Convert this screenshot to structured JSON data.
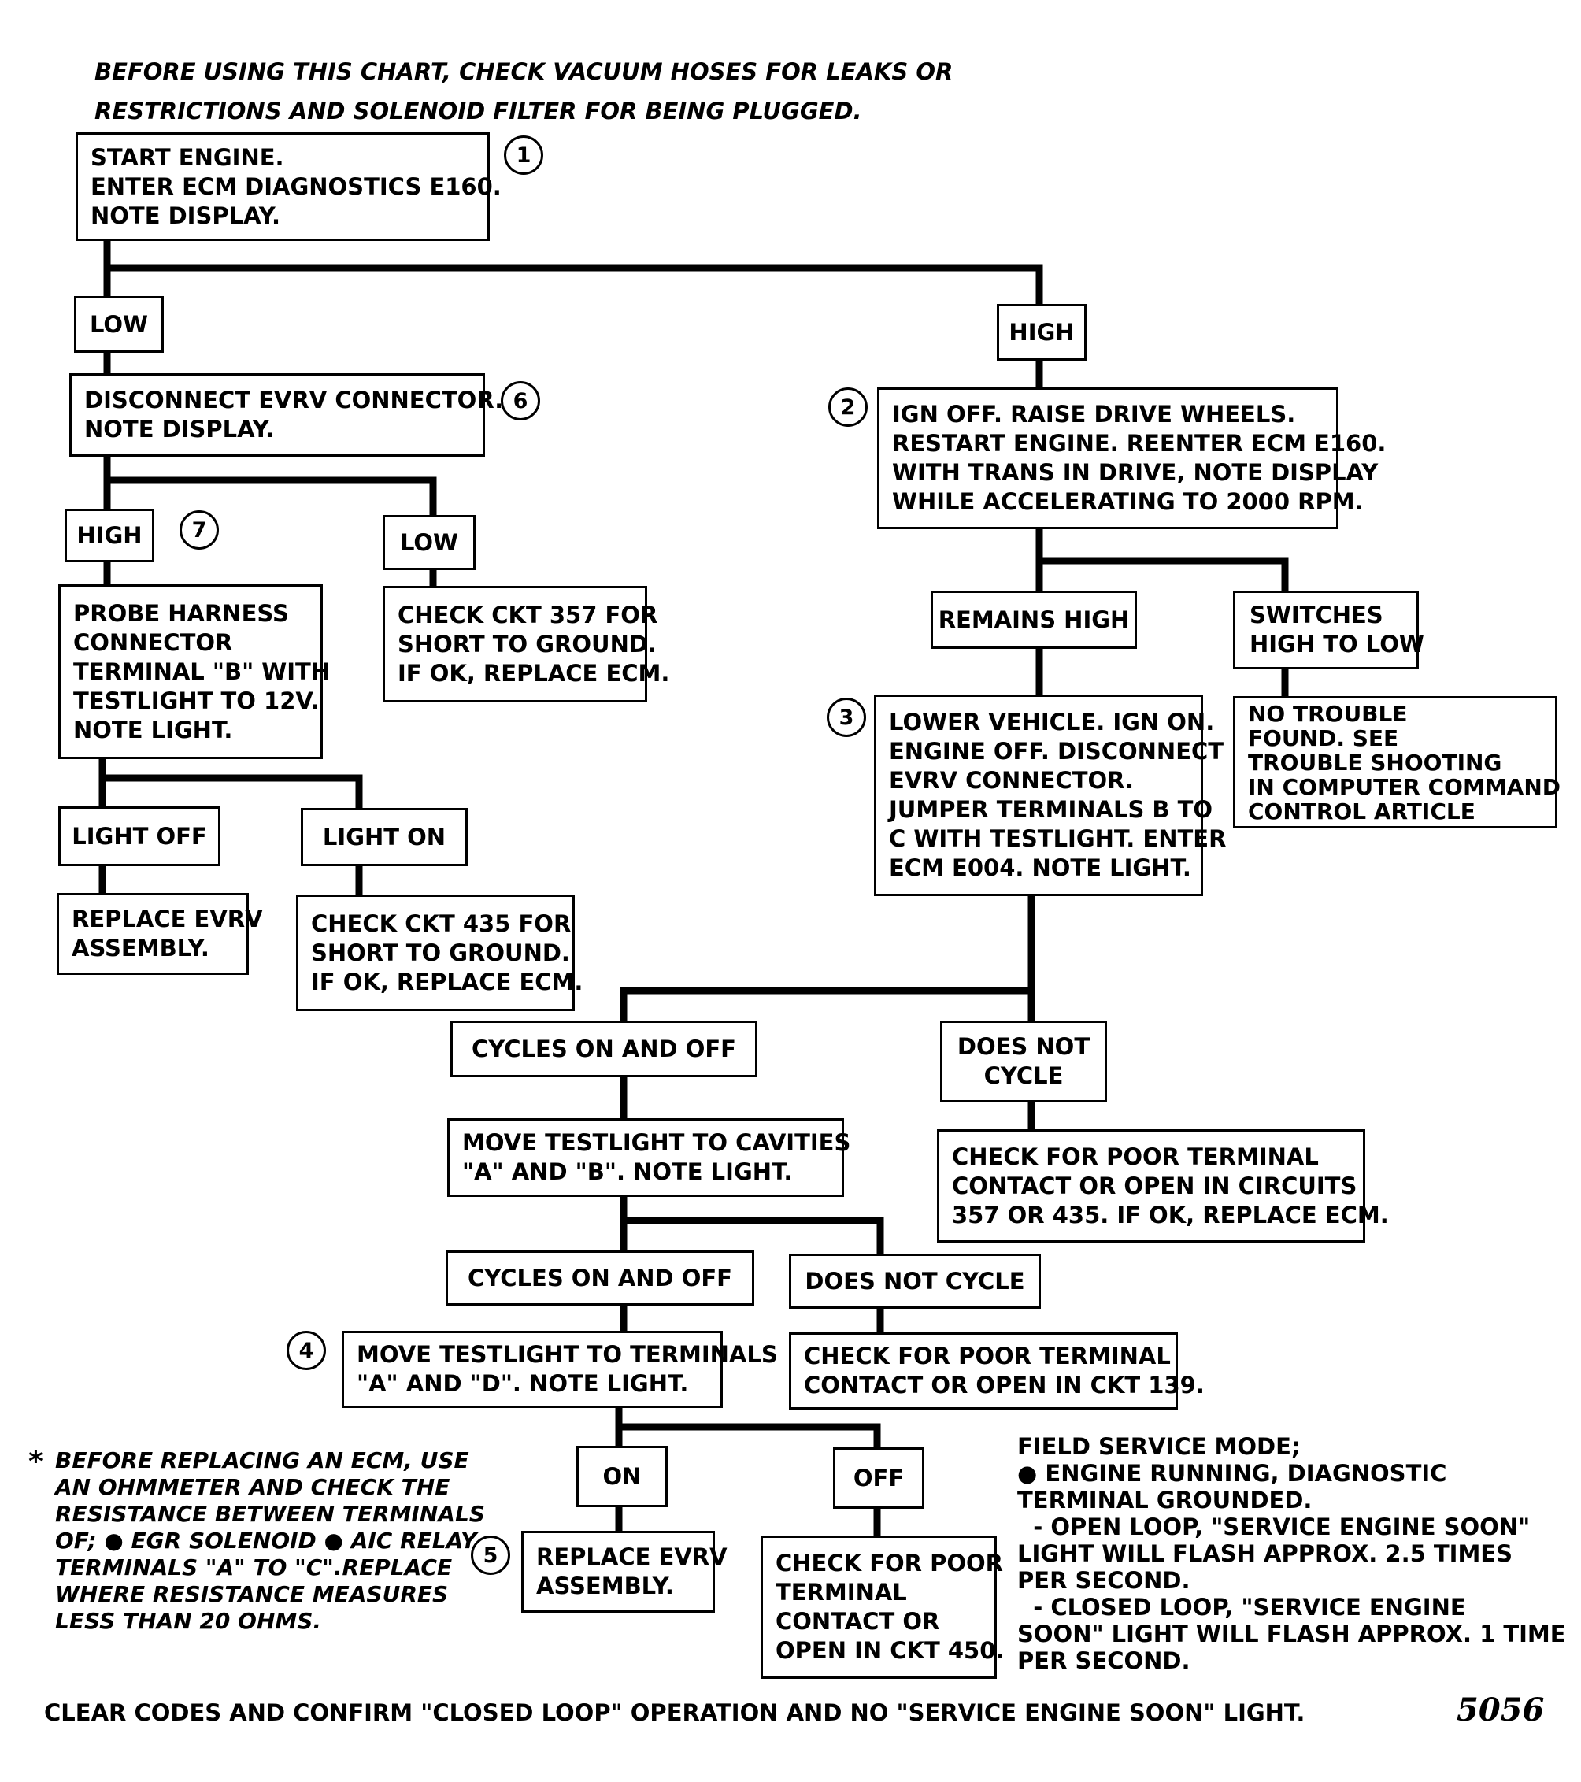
{
  "top_note": [
    "BEFORE USING THIS CHART, CHECK VACUUM HOSES FOR LEAKS OR",
    "RESTRICTIONS AND SOLENOID FILTER FOR BEING PLUGGED."
  ],
  "steps": {
    "s1": [
      "START ENGINE.",
      "ENTER ECM DIAGNOSTICS E160.",
      "NOTE DISPLAY."
    ],
    "s6": [
      "DISCONNECT EVRV CONNECTOR.",
      "NOTE DISPLAY."
    ],
    "s2": [
      "IGN OFF.  RAISE DRIVE WHEELS.",
      "RESTART ENGINE.  REENTER ECM E160.",
      "WITH TRANS IN DRIVE, NOTE DISPLAY",
      "WHILE ACCELERATING TO 2000 RPM."
    ],
    "probe": [
      "PROBE HARNESS",
      "CONNECTOR",
      "TERMINAL \"B\" WITH",
      "TESTLIGHT TO 12V.",
      "NOTE LIGHT."
    ],
    "ckt357": [
      "CHECK CKT 357 FOR",
      "SHORT TO GROUND.",
      "IF OK, REPLACE ECM."
    ],
    "s3": [
      "LOWER VEHICLE.  IGN ON.",
      "ENGINE OFF.  DISCONNECT",
      "EVRV CONNECTOR.",
      "JUMPER TERMINALS B TO",
      "C WITH TESTLIGHT.  ENTER",
      "ECM E004.  NOTE LIGHT."
    ],
    "no_trouble": [
      "NO TROUBLE",
      "FOUND. SEE",
      "TROUBLE SHOOTING",
      "IN COMPUTER COMMAND",
      "CONTROL ARTICLE"
    ],
    "replace_evrv_1": [
      "REPLACE EVRV",
      "ASSEMBLY."
    ],
    "ckt435": [
      "CHECK CKT 435 FOR",
      "SHORT TO GROUND.",
      "IF OK, REPLACE ECM."
    ],
    "move_ab": [
      "MOVE TESTLIGHT TO CAVITIES",
      "\"A\" AND \"B\".  NOTE LIGHT."
    ],
    "poor_357_435": [
      "CHECK FOR POOR TERMINAL",
      "CONTACT OR OPEN IN CIRCUITS",
      "357 OR 435.  IF OK, REPLACE ECM."
    ],
    "move_ad": [
      "MOVE TESTLIGHT TO TERMINALS",
      "\"A\" AND \"D\".  NOTE LIGHT."
    ],
    "poor_139": [
      "CHECK FOR POOR TERMINAL",
      "CONTACT OR OPEN IN CKT 139."
    ],
    "replace_evrv_2": [
      "REPLACE EVRV",
      "ASSEMBLY."
    ],
    "poor_450": [
      "CHECK FOR POOR",
      "TERMINAL",
      "CONTACT OR",
      "OPEN IN CKT 450."
    ]
  },
  "branches": {
    "low_1": [
      "LOW"
    ],
    "high_1": [
      "HIGH"
    ],
    "high_2": [
      "HIGH"
    ],
    "low_2": [
      "LOW"
    ],
    "remains_high": [
      "REMAINS HIGH"
    ],
    "switches": [
      "SWITCHES",
      "HIGH TO LOW"
    ],
    "light_off": [
      "LIGHT OFF"
    ],
    "light_on": [
      "LIGHT ON"
    ],
    "cycles_1": [
      "CYCLES ON AND OFF"
    ],
    "does_not_cycle_1": [
      "DOES NOT",
      "CYCLE"
    ],
    "cycles_2": [
      "CYCLES ON AND OFF"
    ],
    "does_not_cycle_2": [
      "DOES NOT CYCLE"
    ],
    "on": [
      "ON"
    ],
    "off": [
      "OFF"
    ]
  },
  "step_numbers": {
    "n1": "1",
    "n2": "2",
    "n3": "3",
    "n4": "4",
    "n5": "5",
    "n6": "6",
    "n7": "7"
  },
  "side_note": {
    "asterisk": "*",
    "lines": [
      "BEFORE REPLACING AN ECM, USE",
      "AN OHMMETER AND CHECK THE",
      "RESISTANCE BETWEEN TERMINALS",
      "OF; ● EGR SOLENOID  ● AIC RELAY",
      "TERMINALS \"A\" TO \"C\".REPLACE",
      "WHERE RESISTANCE MEASURES",
      "LESS THAN 20 OHMS."
    ]
  },
  "field_note": [
    "FIELD SERVICE MODE;",
    "● ENGINE RUNNING, DIAGNOSTIC",
    "TERMINAL GROUNDED.",
    "  - OPEN LOOP, \"SERVICE ENGINE SOON\"",
    "LIGHT WILL FLASH APPROX.  2.5 TIMES",
    "PER SECOND.",
    "  - CLOSED LOOP, \"SERVICE ENGINE",
    "SOON\" LIGHT WILL FLASH APPROX. 1 TIME",
    "PER SECOND."
  ],
  "footer": "CLEAR CODES AND CONFIRM \"CLOSED LOOP\" OPERATION AND NO \"SERVICE ENGINE SOON\" LIGHT.",
  "figure_number": "5056"
}
